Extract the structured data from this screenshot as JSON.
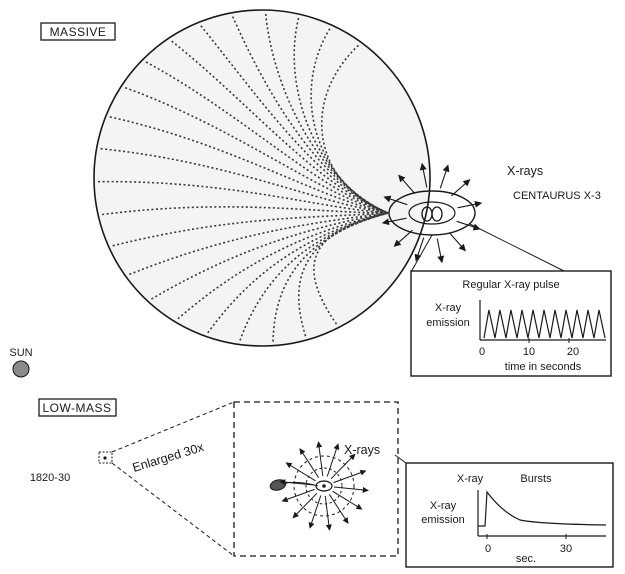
{
  "massive": {
    "box_label": "MASSIVE",
    "xrays_label": "X-rays",
    "system_label": "CENTAURUS X-3",
    "inset": {
      "title": "Regular X-ray pulse",
      "ylabel_line1": "X-ray",
      "ylabel_line2": "emission",
      "ticks": [
        "0",
        "10",
        "20"
      ],
      "xlabel": "time in seconds"
    }
  },
  "sun_label": "SUN",
  "low_mass": {
    "box_label": "LOW-MASS",
    "system_label": "1820-30",
    "enlarged_label": "Enlarged 30x",
    "xrays_label": "X-rays",
    "inset": {
      "title_left": "X-ray",
      "title_right": "Bursts",
      "ylabel_line1": "X-ray",
      "ylabel_line2": "emission",
      "ticks": [
        "0",
        "30"
      ],
      "xlabel": "sec."
    }
  },
  "colors": {
    "ink": "#1a1a1a",
    "background": "#ffffff"
  }
}
